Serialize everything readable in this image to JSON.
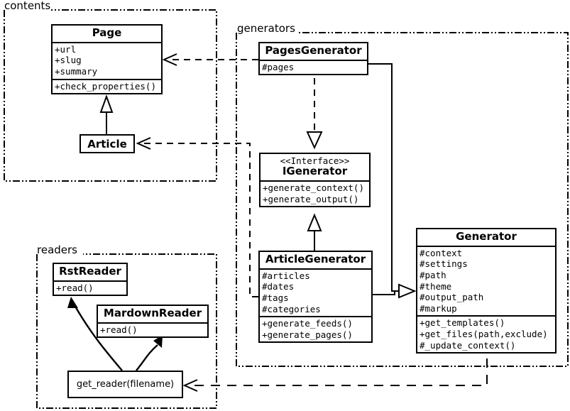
{
  "diagram": {
    "kind": "uml-class-diagram",
    "colors": {
      "line": "#000000",
      "fill": "#ffffff",
      "background": "#ffffff"
    }
  },
  "packages": [
    {
      "id": "contents",
      "label": "contents"
    },
    {
      "id": "generators",
      "label": "generators"
    },
    {
      "id": "readers",
      "label": "readers"
    }
  ],
  "classes": {
    "page": {
      "name": "Page",
      "attributes": [
        "+url",
        "+slug",
        "+summary"
      ],
      "operations": [
        "+check_properties()"
      ]
    },
    "article": {
      "name": "Article",
      "attributes": [],
      "operations": []
    },
    "pages_generator": {
      "name": "PagesGenerator",
      "attributes": [
        "#pages"
      ],
      "operations": []
    },
    "igenerator": {
      "stereotype": "<<Interface>>",
      "name": "IGenerator",
      "attributes": [],
      "operations": [
        "+generate_context()",
        "+generate_output()"
      ]
    },
    "article_generator": {
      "name": "ArticleGenerator",
      "attributes": [
        "#articles",
        "#dates",
        "#tags",
        "#categories"
      ],
      "operations": [
        "+generate_feeds()",
        "+generate_pages()"
      ]
    },
    "generator": {
      "name": "Generator",
      "attributes": [
        "#context",
        "#settings",
        "#path",
        "#theme",
        "#output_path",
        "#markup"
      ],
      "operations": [
        "+get_templates()",
        "+get_files(path,exclude)",
        "#_update_context()"
      ]
    },
    "rst_reader": {
      "name": "RstReader",
      "attributes": [],
      "operations": [
        "+read()"
      ]
    },
    "mardown_reader": {
      "name": "MardownReader",
      "attributes": [],
      "operations": [
        "+read()"
      ]
    },
    "get_reader": {
      "name": "get_reader(filename)"
    }
  },
  "relations": [
    {
      "type": "generalization",
      "from": "Article",
      "to": "Page"
    },
    {
      "type": "realization",
      "from": "PagesGenerator",
      "to": "IGenerator"
    },
    {
      "type": "generalization",
      "from": "ArticleGenerator",
      "to": "IGenerator"
    },
    {
      "type": "generalization",
      "from": "ArticleGenerator",
      "to": "Generator"
    },
    {
      "type": "generalization",
      "from": "PagesGenerator",
      "to": "Generator"
    },
    {
      "type": "dependency",
      "from": "PagesGenerator",
      "to": "Page"
    },
    {
      "type": "dependency",
      "from": "ArticleGenerator",
      "to": "Article"
    },
    {
      "type": "dependency",
      "from": "Generator",
      "to": "get_reader(filename)"
    },
    {
      "type": "call",
      "from": "get_reader(filename)",
      "to": "RstReader"
    },
    {
      "type": "call",
      "from": "get_reader(filename)",
      "to": "MardownReader"
    }
  ]
}
